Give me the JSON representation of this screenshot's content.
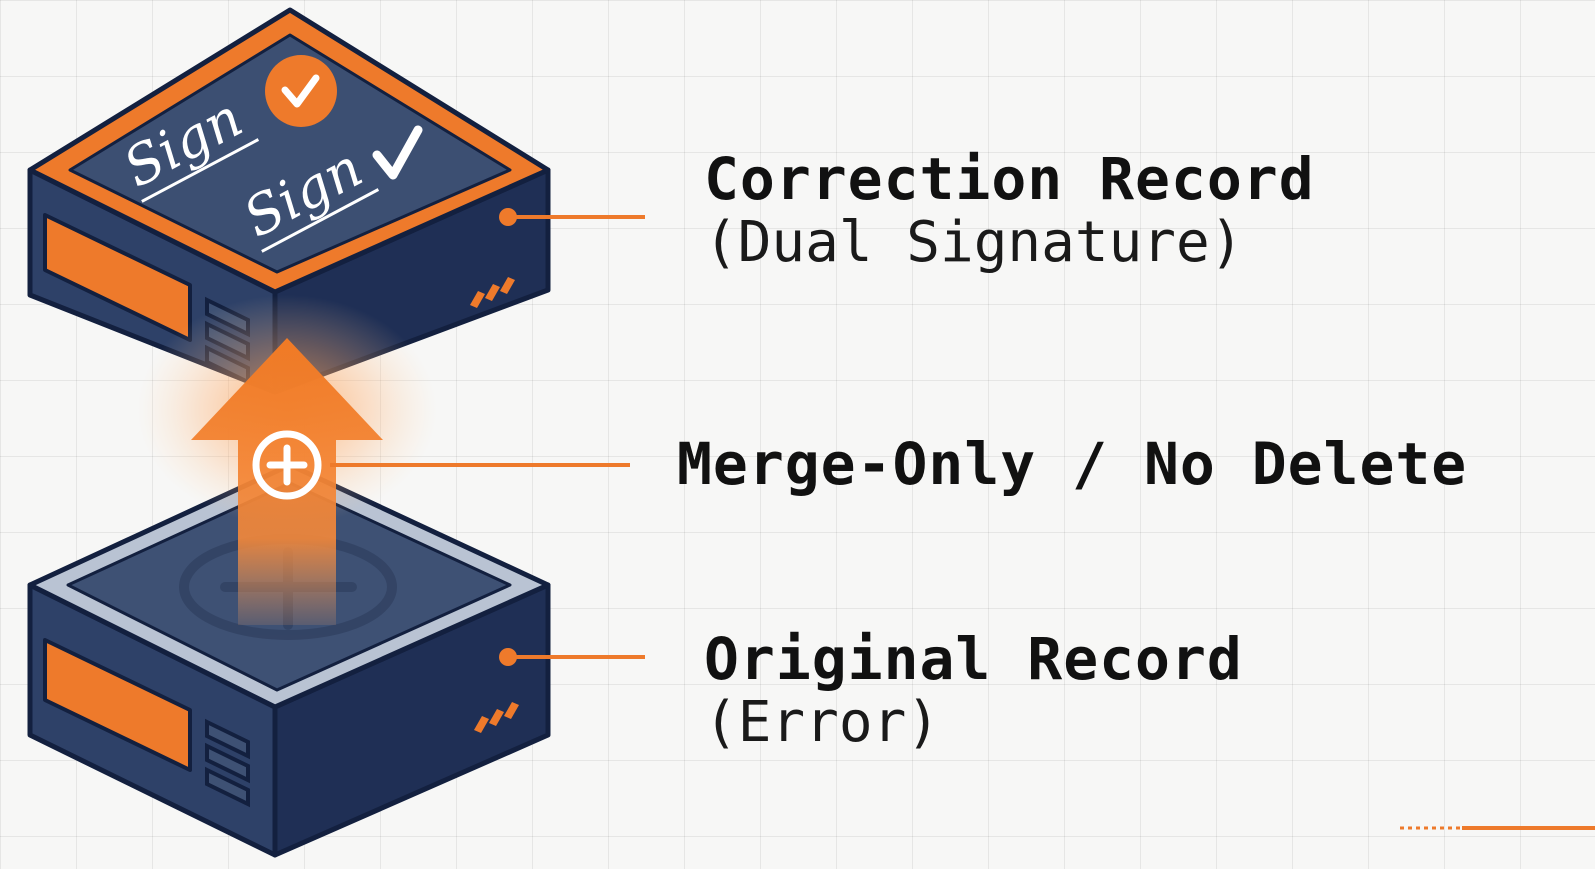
{
  "colors": {
    "accent": "#ee7a2b",
    "box_dark": "#1f2f55",
    "box_face": "#3a4c6e",
    "line": "#f08a3c"
  },
  "labels": {
    "correction": {
      "title": "Correction Record",
      "subtitle": "(Dual Signature)"
    },
    "merge": {
      "title": "Merge-Only / No Delete"
    },
    "original": {
      "title": "Original Record",
      "subtitle": "(Error)"
    }
  },
  "signatures": [
    "Sign",
    "Sign"
  ],
  "icons": [
    "check-badge-icon",
    "checkmark-icon",
    "plus-circle-icon",
    "faded-plus-icon",
    "arrow-up-icon"
  ]
}
